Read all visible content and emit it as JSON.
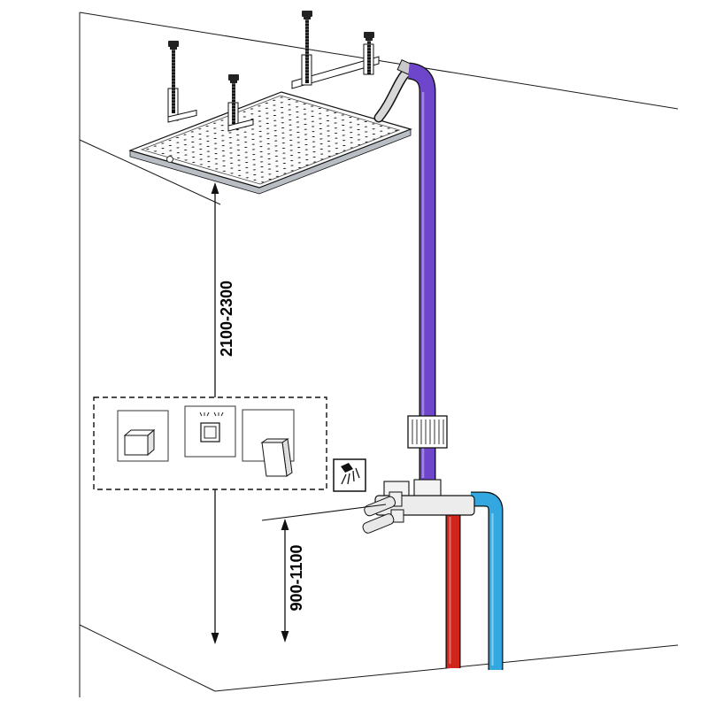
{
  "labels": {
    "ceiling_distance": "2100-2300",
    "valve_height": "900-1100"
  },
  "colors": {
    "mixed_pipe": "#6E46CC",
    "hot_pipe": "#D0251A",
    "cold_pipe": "#33A7E0",
    "hose": "#D8D8D8",
    "outline": "#111111",
    "background": "#FFFFFF"
  },
  "icons": {
    "spray_icon": "shower-spray",
    "rod_icon": "threaded-rod-bolt",
    "bracket_icon": "mounting-bracket"
  }
}
